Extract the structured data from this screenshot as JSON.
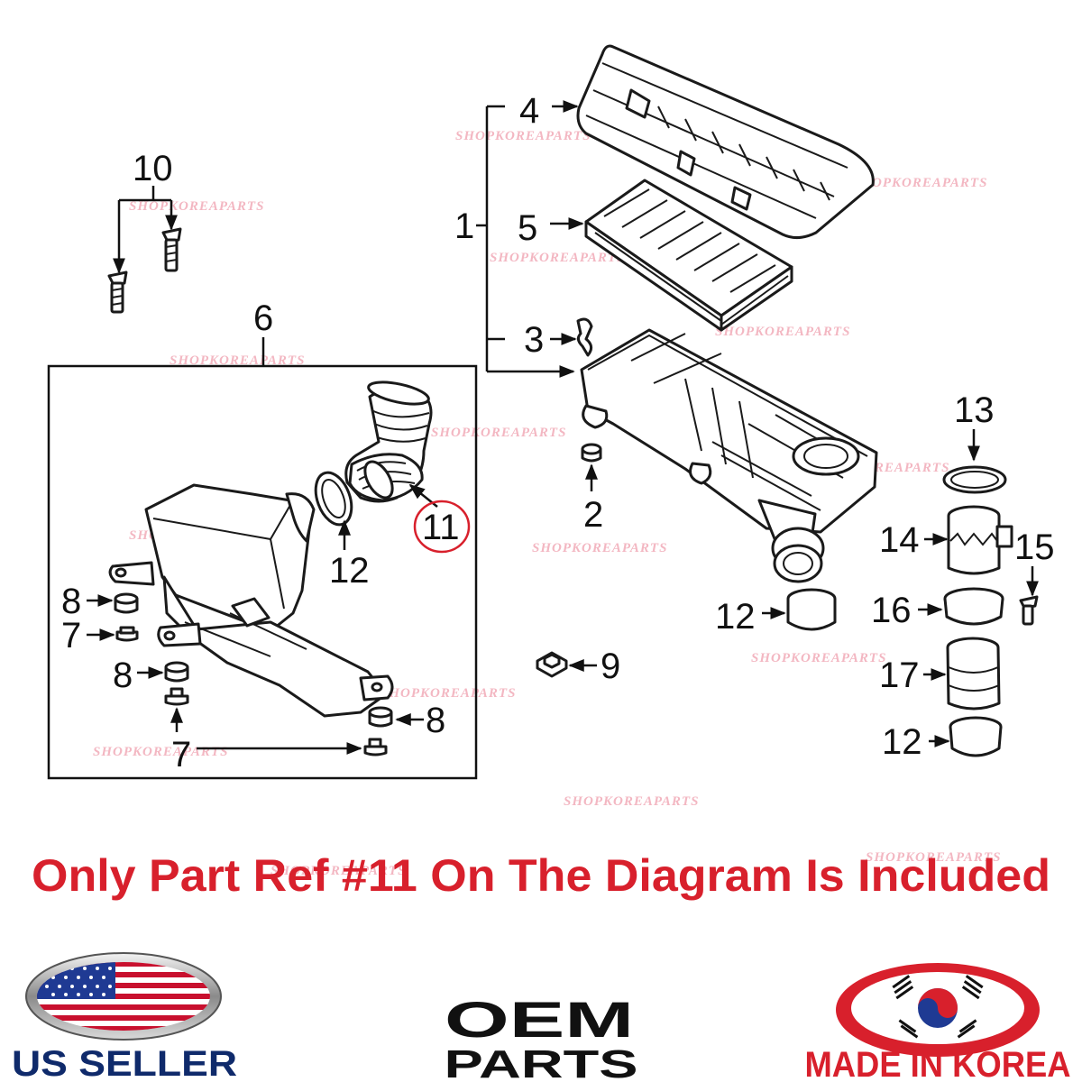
{
  "diagram": {
    "callouts": {
      "c1": "1",
      "c2": "2",
      "c3": "3",
      "c4": "4",
      "c5": "5",
      "c6": "6",
      "c7a": "7",
      "c7b": "7",
      "c8a": "8",
      "c8b": "8",
      "c8c": "8",
      "c9": "9",
      "c10": "10",
      "c11": "11",
      "c12a": "12",
      "c12b": "12",
      "c12c": "12",
      "c13": "13",
      "c14": "14",
      "c15": "15",
      "c16": "16",
      "c17": "17"
    },
    "highlighted_callout": "11",
    "highlight_color": "#d8202c",
    "watermark": "SHOPKOREAPARTS",
    "watermark_color": "#f3b7c2"
  },
  "notice": {
    "text": "Only Part Ref #11 On The Diagram Is Included",
    "color": "#d8202c"
  },
  "badges": {
    "us_seller": {
      "label": "US SELLER",
      "flag": "us-flag-icon",
      "label_color": "#0f2a6b"
    },
    "oem": {
      "line1": "OEM",
      "line2": "PARTS",
      "color": "#111111"
    },
    "made_in_korea": {
      "label": "MADE IN KOREA",
      "flag": "korea-flag-icon",
      "label_color": "#d8202c"
    }
  }
}
